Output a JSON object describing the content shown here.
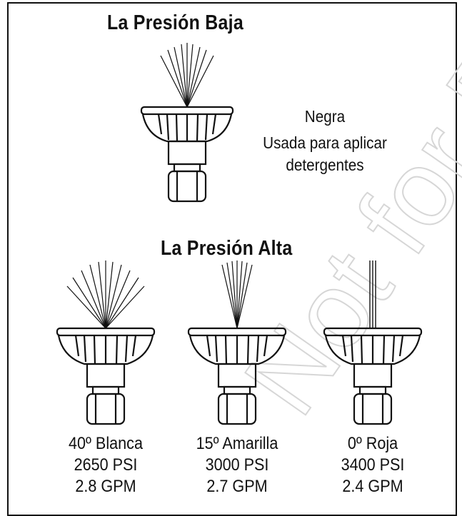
{
  "watermark": "Not for Reproduction",
  "low_pressure": {
    "title": "La Presión Baja",
    "nozzle": {
      "color": "Negra",
      "use_line1": "Usada para aplicar",
      "use_line2": "detergentes"
    }
  },
  "high_pressure": {
    "title": "La Presión Alta",
    "nozzles": [
      {
        "label": "40º Blanca",
        "psi": "2650 PSI",
        "gpm": "2.8 GPM",
        "spray_angle_deg": 40
      },
      {
        "label": "15º Amarilla",
        "psi": "3000 PSI",
        "gpm": "2.7 GPM",
        "spray_angle_deg": 15
      },
      {
        "label": "0º Roja",
        "psi": "3400 PSI",
        "gpm": "2.4 GPM",
        "spray_angle_deg": 0
      }
    ]
  }
}
